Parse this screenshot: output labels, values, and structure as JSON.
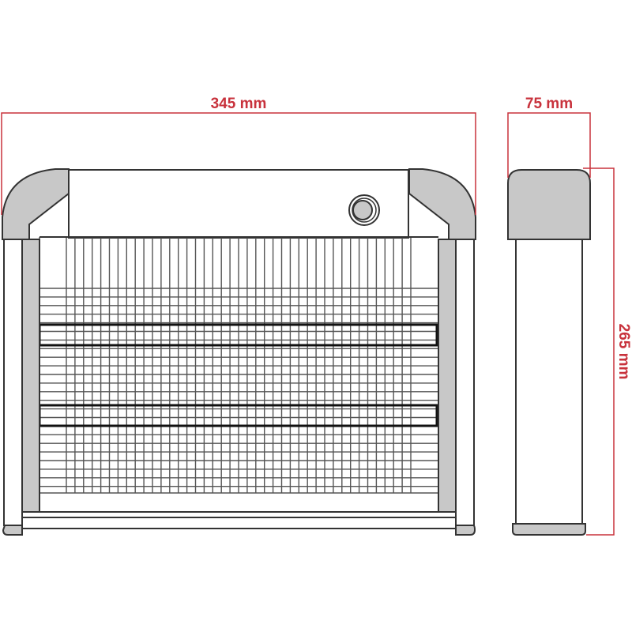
{
  "title": "Insect killer dimensions drawing",
  "dimensions": {
    "width_label": "345 mm",
    "depth_label": "75 mm",
    "height_label": "265 mm"
  },
  "colors": {
    "dimension": "#c8323c",
    "housing": "#c8c8c8",
    "outline": "#333333"
  }
}
